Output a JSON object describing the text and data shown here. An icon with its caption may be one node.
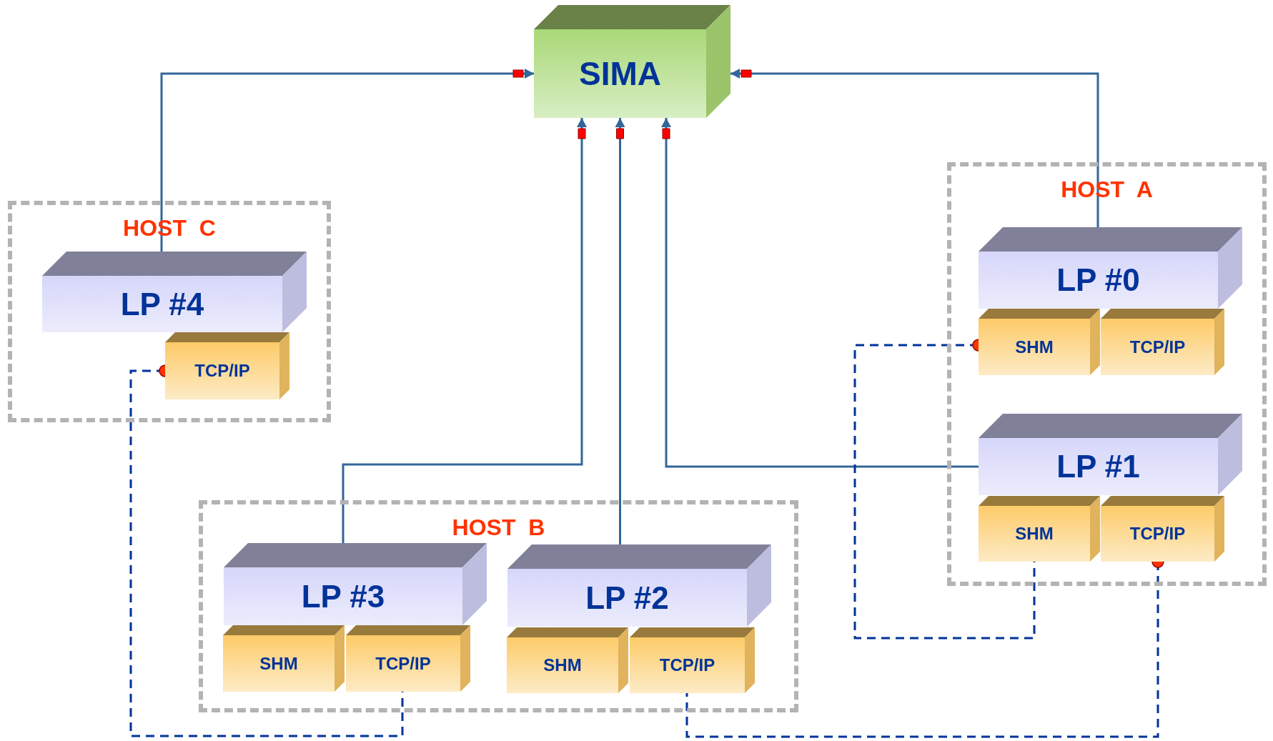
{
  "diagram": {
    "nodes": [
      {
        "text": [
          "SIMA"
        ]
      },
      {
        "text": [
          "HOST  A"
        ]
      },
      {
        "text": [
          "LP #0"
        ],
        "in": 1
      },
      {
        "text": [
          "SHM"
        ],
        "in": 1
      },
      {
        "text": [
          "TCP/IP"
        ],
        "in": 1
      },
      {
        "text": [
          "LP #1"
        ],
        "in": 1
      },
      {
        "text": [
          "SHM"
        ],
        "in": 1
      },
      {
        "text": [
          "TCP/IP"
        ],
        "in": 1
      },
      {
        "text": [
          "HOST  B"
        ]
      },
      {
        "text": [
          "LP #3"
        ],
        "in": 8
      },
      {
        "text": [
          "SHM"
        ],
        "in": 8
      },
      {
        "text": [
          "TCP/IP"
        ],
        "in": 8
      },
      {
        "text": [
          "LP #2"
        ],
        "in": 8
      },
      {
        "text": [
          "SHM"
        ],
        "in": 8
      },
      {
        "text": [
          "TCP/IP"
        ],
        "in": 8
      },
      {
        "text": [
          "HOST  C"
        ]
      },
      {
        "text": [
          "LP #4"
        ],
        "in": 15
      },
      {
        "text": [
          "TCP/IP"
        ],
        "in": 15
      }
    ],
    "edges": [
      {
        "from": 16,
        "to": 0,
        "arrow": "to"
      },
      {
        "from": 2,
        "to": 0,
        "arrow": "to"
      },
      {
        "from": 9,
        "to": 0,
        "arrow": "to"
      },
      {
        "from": 12,
        "to": 0,
        "arrow": "to"
      },
      {
        "from": 5,
        "to": 0,
        "arrow": "to"
      },
      {
        "from": 17,
        "to": 11,
        "arrow": "other",
        "style": "dashed",
        "color": "#003399"
      },
      {
        "from": 3,
        "to": 6,
        "arrow": "other",
        "style": "dashed",
        "color": "#003399"
      },
      {
        "from": 7,
        "to": 14,
        "arrow": "other",
        "style": "dashed",
        "color": "#003399"
      }
    ]
  }
}
